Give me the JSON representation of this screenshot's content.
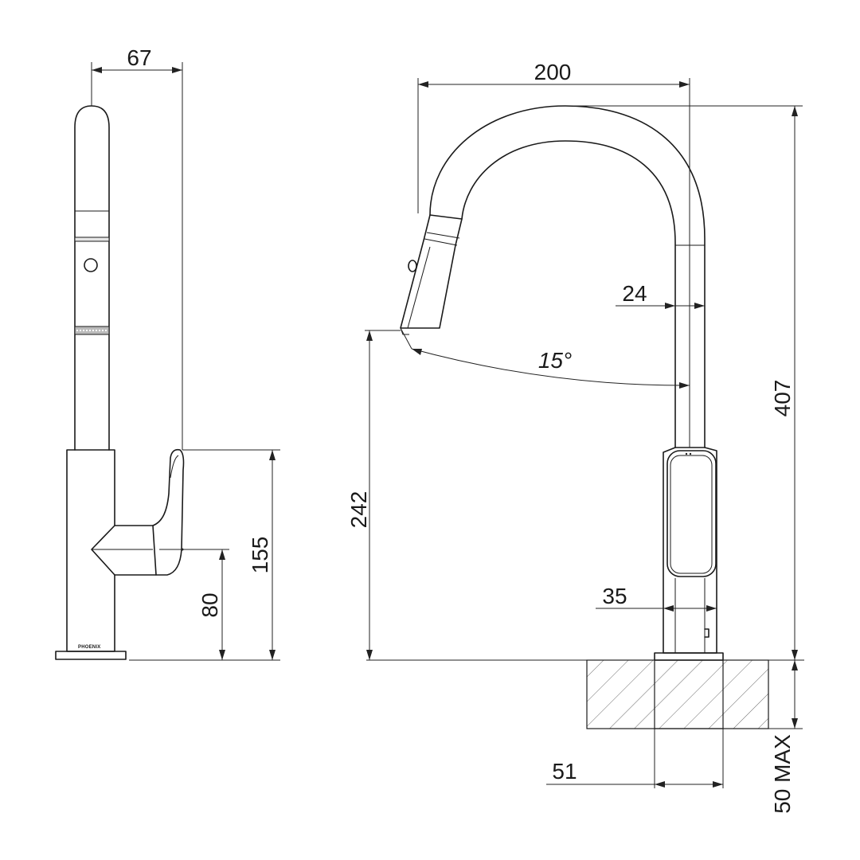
{
  "drawing": {
    "side_view": {
      "width_label": "67",
      "height_label": "155",
      "lever_height_label": "80",
      "brand_label": "PHOENIX"
    },
    "front_view": {
      "reach_label": "200",
      "spout_diameter_label": "24",
      "angle_label": "15°",
      "outlet_height_label": "242",
      "overall_height_label": "407",
      "body_diameter_label": "35",
      "hole_diameter_label": "51",
      "bench_thickness_label": "50 MAX"
    }
  }
}
